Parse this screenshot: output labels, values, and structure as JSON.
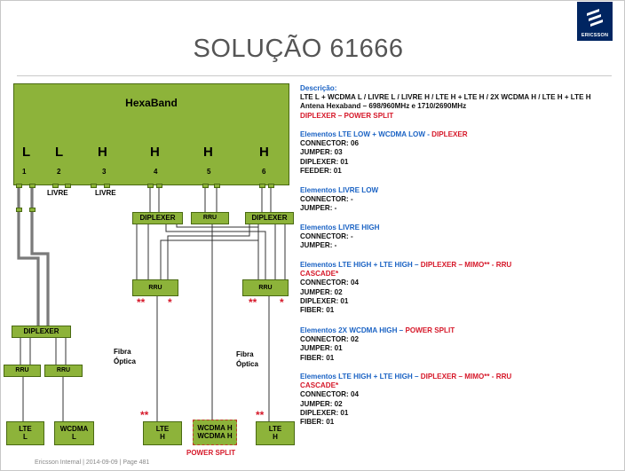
{
  "slide": {
    "title": "SOLUÇÃO 61666",
    "footer": "Ericsson Internal  |  2014-09-09  |  Page 481",
    "logo_text": "ERICSSON",
    "colors": {
      "box_green": "#8db33a",
      "heading_blue": "#1b63c4",
      "accent_red": "#d6192a",
      "logo_navy": "#002561"
    }
  },
  "diagram": {
    "hexaband": {
      "label": "HexaBand"
    },
    "ports": [
      {
        "band": "L",
        "num": "1",
        "note": ""
      },
      {
        "band": "L",
        "num": "2",
        "note": "LIVRE"
      },
      {
        "band": "H",
        "num": "3",
        "note": "LIVRE"
      },
      {
        "band": "H",
        "num": "4",
        "note": ""
      },
      {
        "band": "H",
        "num": "5",
        "note": ""
      },
      {
        "band": "H",
        "num": "6",
        "note": ""
      }
    ],
    "diplexer_label": "DIPLEXER",
    "rru_label": "RRU",
    "fiber_label": "Fibra\nÓptica",
    "double_star": "**",
    "single_star": "*",
    "power_split": "POWER SPLIT",
    "bottom_boxes": [
      {
        "id": "lte-l",
        "line1": "LTE",
        "line2": "L"
      },
      {
        "id": "wcdma-l",
        "line1": "WCDMA",
        "line2": "L"
      },
      {
        "id": "lte-h-1",
        "line1": "LTE",
        "line2": "H"
      },
      {
        "id": "wcdma-h",
        "line1": "WCDMA H",
        "line2": "WCDMA H"
      },
      {
        "id": "lte-h-2",
        "line1": "LTE",
        "line2": "H"
      }
    ],
    "icons": [
      "ericsson-logo-icon"
    ]
  },
  "description": {
    "heading": "Descrição:",
    "line1": "LTE L + WCDMA L / LIVRE L / LIVRE H / LTE H + LTE H / 2X WCDMA H / LTE H + LTE H",
    "line2": "Antena Hexaband – 698/960MHz  e  1710/2690MHz",
    "line3": "DIPLEXER – POWER SPLIT"
  },
  "sections": [
    {
      "title_blue": "Elementos LTE LOW + WCDMA LOW - ",
      "title_red": "DIPLEXER",
      "cascade": "",
      "items": [
        "CONNECTOR: 06",
        "JUMPER: 03",
        "DIPLEXER: 01",
        "FEEDER: 01"
      ]
    },
    {
      "title_blue": "Elementos LIVRE LOW",
      "title_red": "",
      "cascade": "",
      "items": [
        "CONNECTOR: -",
        "JUMPER: -"
      ]
    },
    {
      "title_blue": "Elementos LIVRE HIGH",
      "title_red": "",
      "cascade": "",
      "items": [
        "CONNECTOR: -",
        "JUMPER: -"
      ]
    },
    {
      "title_blue": "Elementos LTE HIGH + LTE HIGH – ",
      "title_red": "DIPLEXER – MIMO** - RRU",
      "cascade": "CASCADE*",
      "items": [
        "CONNECTOR: 04",
        "JUMPER: 02",
        "DIPLEXER: 01",
        "FIBER: 01"
      ]
    },
    {
      "title_blue": "Elementos 2X WCDMA HIGH – ",
      "title_red": "POWER SPLIT",
      "cascade": "",
      "items": [
        "CONNECTOR: 02",
        "JUMPER: 01",
        "FIBER: 01"
      ]
    },
    {
      "title_blue": "Elementos LTE HIGH + LTE HIGH – ",
      "title_red": "DIPLEXER – MIMO** - RRU",
      "cascade": "CASCADE*",
      "items": [
        "CONNECTOR: 04",
        "JUMPER: 02",
        "DIPLEXER: 01",
        "FIBER: 01"
      ]
    }
  ]
}
